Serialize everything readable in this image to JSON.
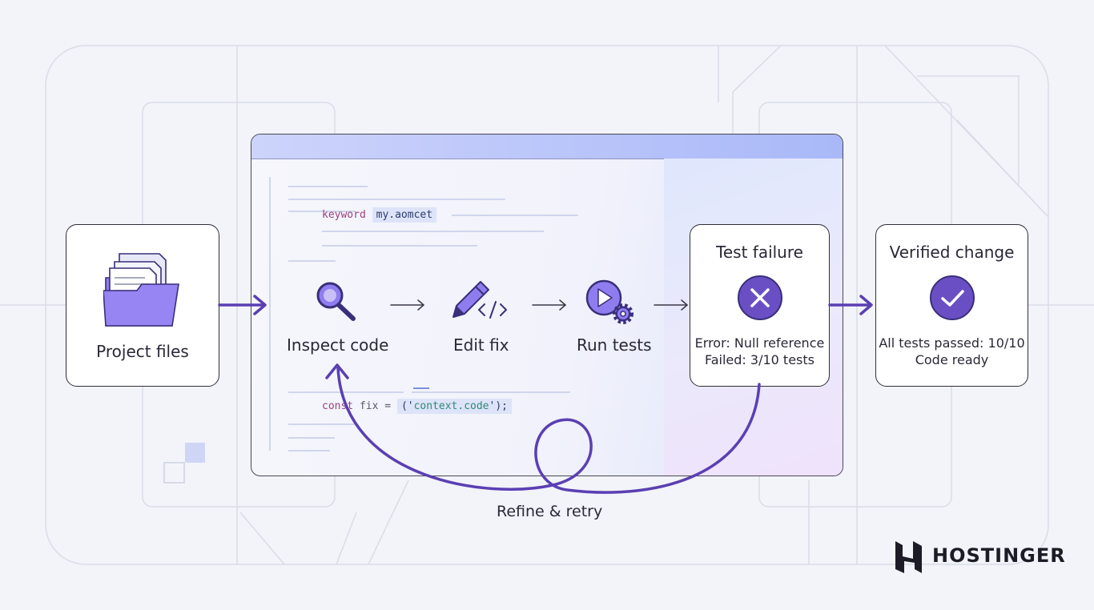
{
  "nodes": {
    "project_files": "Project files",
    "inspect_code": "Inspect code",
    "edit_fix": "Edit fix",
    "run_tests": "Run tests"
  },
  "code_lines": {
    "keyword": "keyword",
    "keyword_value": "my.aomcet",
    "const_kw": "const",
    "const_rest": " fix = ",
    "const_value_open": "('",
    "const_value_str": "context.code",
    "const_value_close": "');"
  },
  "test_failure": {
    "title": "Test failure",
    "line1": "Error: Null reference",
    "line2": "Failed: 3/10 tests"
  },
  "verified": {
    "title": "Verified change",
    "line1": "All tests passed: 10/10",
    "line2": "Code ready"
  },
  "loop_label": "Refine & retry",
  "brand": "HOSTINGER",
  "colors": {
    "accent": "#5b3fb2",
    "accent_fill": "#6a4fc4",
    "folder": "#8f7df0"
  },
  "icons": [
    "folder-files-icon",
    "search-icon",
    "pencil-code-icon",
    "play-gear-icon",
    "x-circle-icon",
    "check-circle-icon",
    "hostinger-logo-icon"
  ]
}
